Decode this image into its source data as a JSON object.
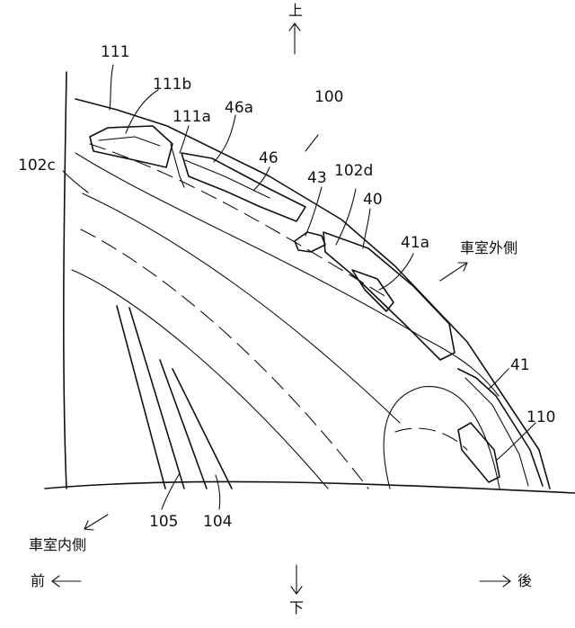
{
  "directions": {
    "up": "上",
    "down": "下",
    "front": "前",
    "rear": "後",
    "cabin_outer": "車室外側",
    "cabin_inner": "車室内側"
  },
  "labels": {
    "l111": "111",
    "l111b": "111b",
    "l111a": "111a",
    "l46a": "46a",
    "l100": "100",
    "l46": "46",
    "l102c": "102c",
    "l43": "43",
    "l102d": "102d",
    "l40": "40",
    "l41a": "41a",
    "l41": "41",
    "l110": "110",
    "l105": "105",
    "l104": "104"
  }
}
